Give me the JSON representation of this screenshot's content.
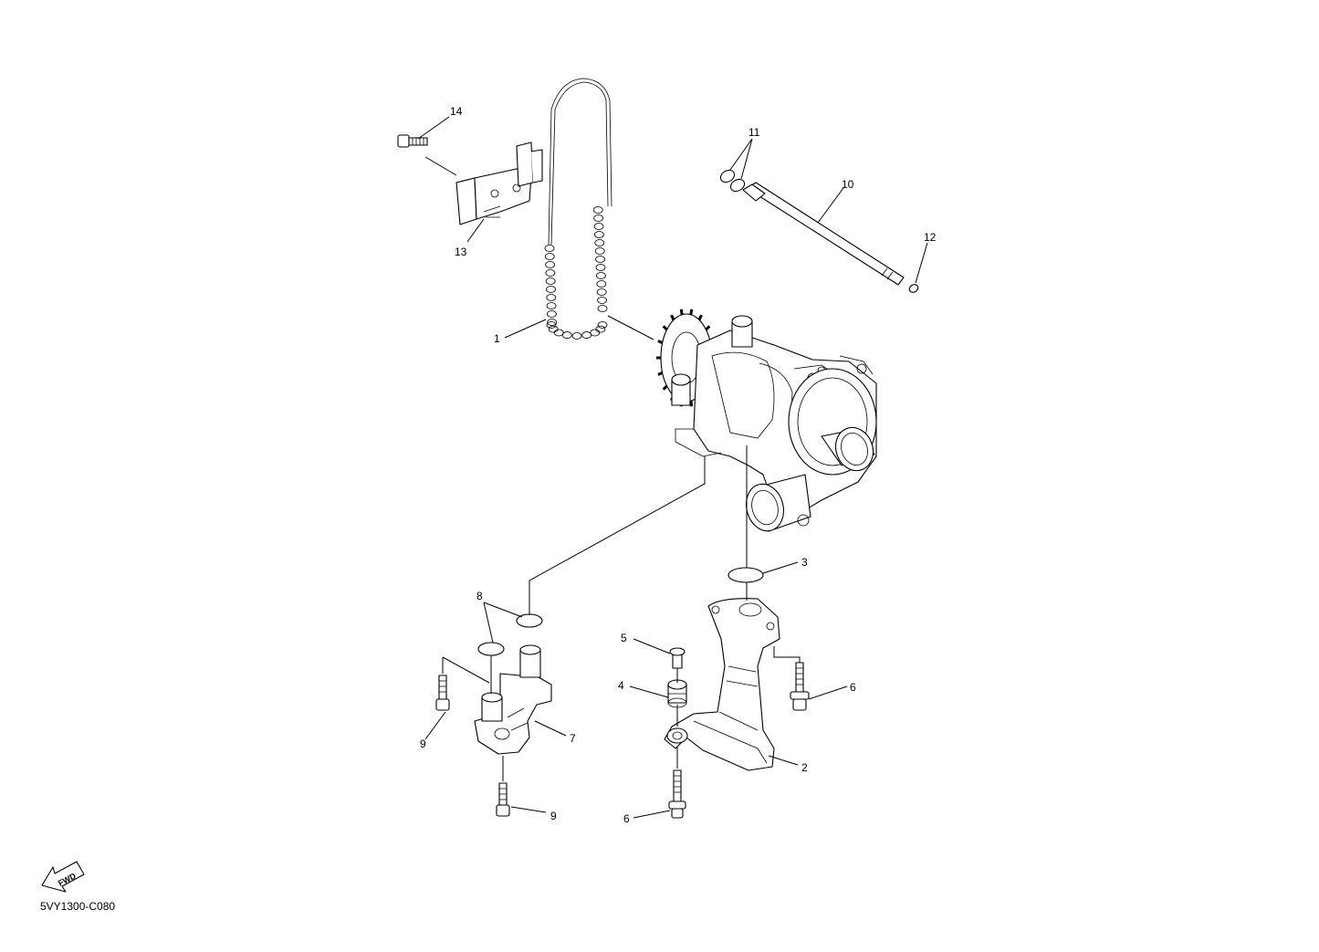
{
  "diagram_code": "5VY1300-C080",
  "fwd_label": "FWD",
  "callouts": {
    "c1": "1",
    "c2": "2",
    "c3": "3",
    "c4": "4",
    "c5": "5",
    "c6a": "6",
    "c6b": "6",
    "c7": "7",
    "c8": "8",
    "c9a": "9",
    "c9b": "9",
    "c10": "10",
    "c11": "11",
    "c12": "12",
    "c13": "13",
    "c14": "14"
  }
}
